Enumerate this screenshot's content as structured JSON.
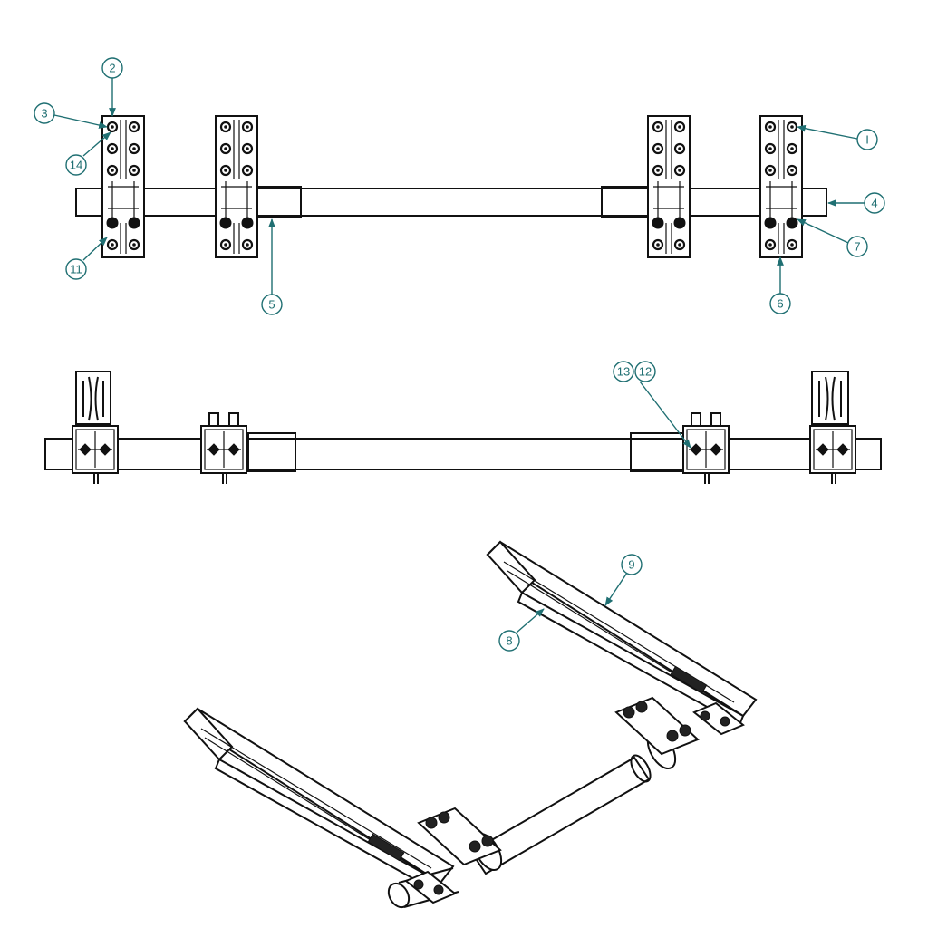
{
  "callouts": [
    {
      "id": "2",
      "label": "2"
    },
    {
      "id": "3",
      "label": "3"
    },
    {
      "id": "14",
      "label": "14"
    },
    {
      "id": "11",
      "label": "11"
    },
    {
      "id": "5",
      "label": "5"
    },
    {
      "id": "1",
      "label": "I"
    },
    {
      "id": "4",
      "label": "4"
    },
    {
      "id": "7",
      "label": "7"
    },
    {
      "id": "6",
      "label": "6"
    },
    {
      "id": "13",
      "label": "13"
    },
    {
      "id": "12",
      "label": "12"
    },
    {
      "id": "9",
      "label": "9"
    },
    {
      "id": "8",
      "label": "8"
    }
  ],
  "colors": {
    "linework": "#111111",
    "callout": "#1f6f72",
    "background": "#ffffff"
  }
}
